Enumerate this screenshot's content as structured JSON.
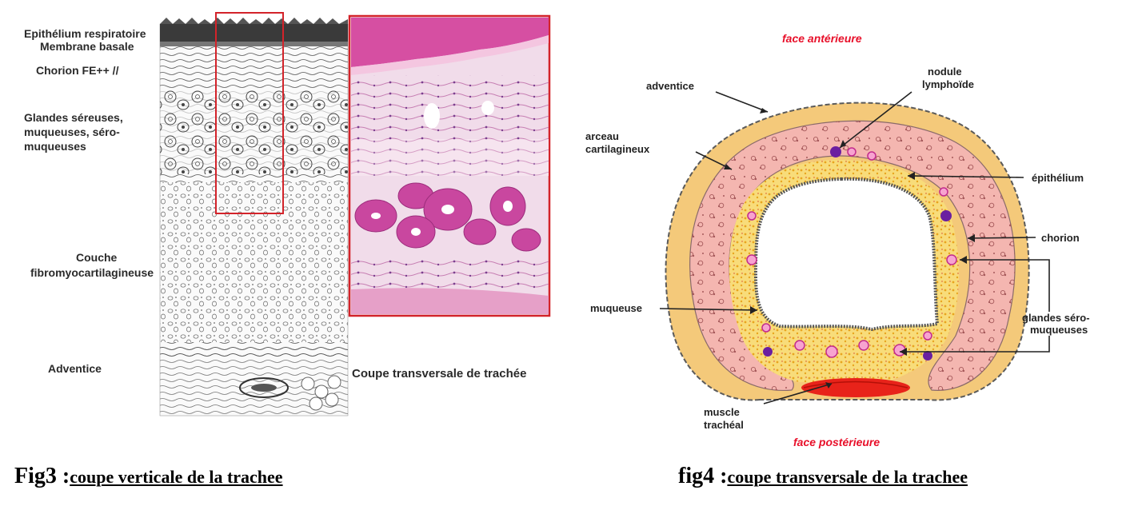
{
  "fig3": {
    "labels": {
      "epithelium": "Epithélium respiratoire",
      "membrane": "Membrane basale",
      "chorion": "Chorion FE++ //",
      "glandes_1": "Glandes séreuses,",
      "glandes_2": "muqueuses, séro-",
      "glandes_3": "muqueuses",
      "couche_1": "Couche",
      "couche_2": "fibromyocartilagineuse",
      "adventice": "Adventice"
    },
    "photo_caption": "Coupe transversale de trachée",
    "caption_num": "Fig3",
    "caption_sep": " :",
    "caption_text": "coupe verticale de la trachee",
    "colors": {
      "highlight_box": "#d3232a",
      "tissue_pink": "#e4a6cd",
      "gland": "#c9479f"
    }
  },
  "fig4": {
    "face_anterior": "face antérieure",
    "face_posterior": "face postérieure",
    "labels": {
      "adventice": "adventice",
      "nodule_1": "nodule",
      "nodule_2": "lymphoïde",
      "arceau_1": "arceau",
      "arceau_2": "cartilagineux",
      "epithelium": "épithélium",
      "chorion": "chorion",
      "muqueuse": "muqueuse",
      "glandes_1": "glandes séro-",
      "glandes_2": "muqueuses",
      "muscle_1": "muscle",
      "muscle_2": "trachéal"
    },
    "caption_num": "fig4",
    "caption_sep": " :",
    "caption_text": "coupe transversale de la trachee",
    "colors": {
      "cartilage": "#f4b6b0",
      "chorion": "#f7d46a",
      "muscle": "#e8231a",
      "nodule": "#6a1fa0",
      "face_label": "#e8102a"
    }
  }
}
